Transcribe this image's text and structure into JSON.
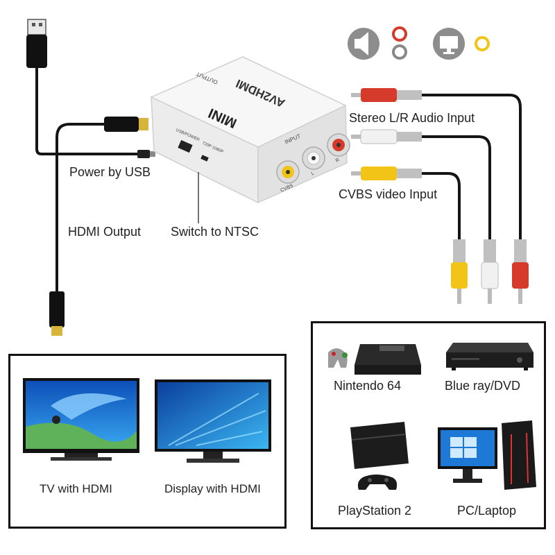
{
  "device": {
    "brand": "AV2HDMI",
    "model": "MINI",
    "output_port": "OUTPUT",
    "input_port": "INPUT",
    "jack_labels": [
      "CVBS",
      "L",
      "R"
    ],
    "side_labels": [
      "USB/POWER",
      "720P 1080P"
    ]
  },
  "callouts": {
    "power": "Power by USB",
    "hdmi_out": "HDMI Output",
    "ntsc": "Switch to NTSC",
    "audio_in": "Stereo L/R Audio Input",
    "video_in": "CVBS video Input"
  },
  "top_icons": [
    "speaker-icon",
    "audio-rca-icon",
    "monitor-icon",
    "video-rca-icon"
  ],
  "displays": {
    "tv": "TV with HDMI",
    "display": "Display with HDMI"
  },
  "sources": {
    "n64": "Nintendo 64",
    "bluray": "Blue ray/DVD",
    "ps2": "PlayStation 2",
    "pc": "PC/Laptop"
  },
  "colors": {
    "red": "#d63a2a",
    "white": "#f1f1f1",
    "yellow": "#f2c417",
    "screen_blue": "#1e78d6"
  }
}
